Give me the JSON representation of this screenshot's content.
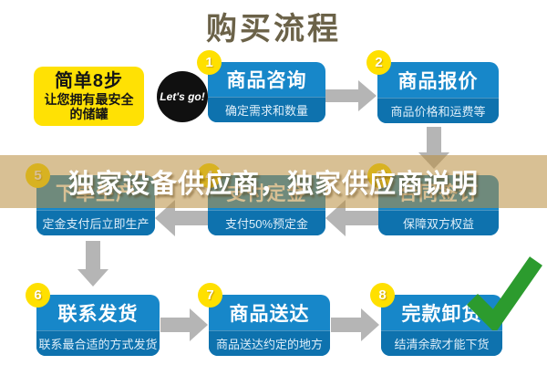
{
  "title": "购买流程",
  "promo": {
    "line1": "简单8步",
    "line2": "让您拥有最安全",
    "line3": "的储罐",
    "badge": "Let's go!"
  },
  "overlay": {
    "headline": "独家设备供应商，独家供应商说明"
  },
  "steps": [
    {
      "num": "1",
      "title": "商品咨询",
      "subtitle": "确定需求和数量"
    },
    {
      "num": "2",
      "title": "商品报价",
      "subtitle": "商品价格和运费等"
    },
    {
      "num": "3",
      "title": "合同签订",
      "subtitle": "保障双方权益"
    },
    {
      "num": "4",
      "title": "支付定金",
      "subtitle": "支付50%预定金"
    },
    {
      "num": "5",
      "title": "下单生产",
      "subtitle": "定金支付后立即生产"
    },
    {
      "num": "6",
      "title": "联系发货",
      "subtitle": "联系最合适的方式发货"
    },
    {
      "num": "7",
      "title": "商品送达",
      "subtitle": "商品送达约定的地方"
    },
    {
      "num": "8",
      "title": "完款卸货",
      "subtitle": "结清余款才能下货"
    }
  ],
  "icons": {
    "check": "check-icon",
    "arrows": [
      "arrow-right-icon",
      "arrow-down-icon",
      "arrow-left-icon"
    ]
  },
  "colors": {
    "card_blue": "#1787c9",
    "card_subtitle_blue": "#0e72ae",
    "badge_yellow": "#ffe000",
    "promo_yellow": "#ffe104",
    "arrow_gray": "#b5b5b5",
    "overlay_gold": "rgba(184,140,60,0.55)",
    "check_green": "#2c9b2e",
    "title_olive": "#6b6248"
  }
}
